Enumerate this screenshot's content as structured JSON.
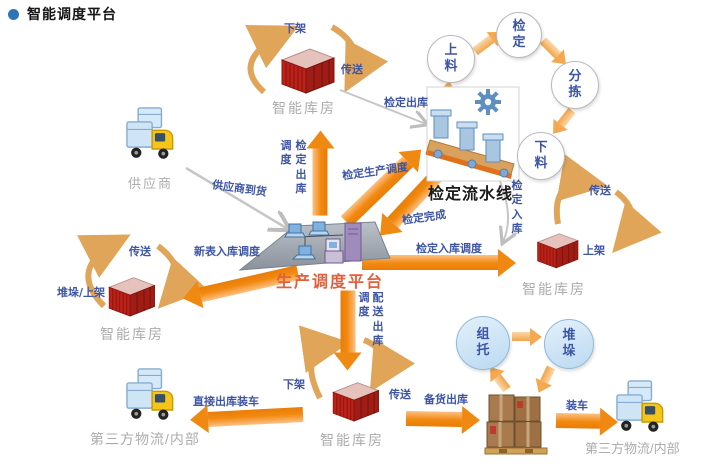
{
  "header": {
    "title": "智能调度平台"
  },
  "colors": {
    "bullet_blue": "#2E75B6",
    "label_blue": "#3D55A5",
    "label_gray": "#ACACAC",
    "arrow_orange": "#F2890F",
    "platform_label_orange": "#E2603C",
    "container_red": "#C3271D",
    "circle_blue_fill": "#BBD9F0"
  },
  "nodes": {
    "warehouse_top": {
      "label": "智能库房"
    },
    "warehouse_left": {
      "label": "智能库房"
    },
    "warehouse_right": {
      "label": "智能库房"
    },
    "warehouse_bottom": {
      "label": "智能库房"
    },
    "supplier": {
      "label": "供应商"
    },
    "production_platform": {
      "label": "生产调度平台"
    },
    "inspection_line": {
      "label": "检定流水线"
    },
    "logistics_left": {
      "label": "第三方物流/内部"
    },
    "logistics_right": {
      "label": "第三方物流/内部"
    }
  },
  "process_circles": [
    {
      "label": "上料"
    },
    {
      "label": "检定"
    },
    {
      "label": "分拣"
    },
    {
      "label": "下料"
    }
  ],
  "palletize_circles": [
    {
      "label": "组托"
    },
    {
      "label": "堆垛"
    }
  ],
  "flows": {
    "unshelve_top": "下架",
    "convey_top": "传送",
    "inspect_outbound": "检定出库",
    "supplier_arrival": "供应商到货",
    "inspect_outbound_dispatch_left": "调度",
    "inspect_outbound_dispatch_right": "检定出库",
    "inspect_production_dispatch": "检定生产调度",
    "inspect_done": "检定完成",
    "inspect_inbound": "检定入库",
    "convey_right": "传送",
    "shelve_right": "上架",
    "inspect_inbound_dispatch": "检定入库调度",
    "new_meter_inbound_dispatch": "新表入库调度",
    "convey_left": "传送",
    "stack_shelve_left": "堆垛/上架",
    "delivery_outbound_dispatch_left": "调度",
    "delivery_outbound_dispatch_right": "配送出库",
    "unshelve_bottom": "下架",
    "convey_bottom": "传送",
    "direct_outbound_loading": "直接出库装车",
    "stock_outbound": "备货出库",
    "loading": "装车"
  }
}
